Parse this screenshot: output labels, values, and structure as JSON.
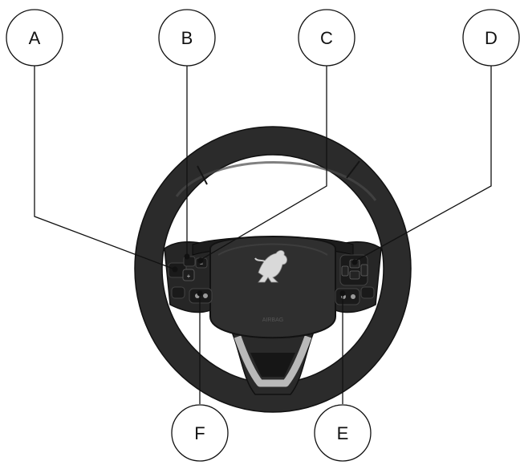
{
  "diagram": {
    "callouts": [
      {
        "id": "A",
        "label": "A"
      },
      {
        "id": "B",
        "label": "B"
      },
      {
        "id": "C",
        "label": "C"
      },
      {
        "id": "D",
        "label": "D"
      },
      {
        "id": "E",
        "label": "E"
      },
      {
        "id": "F",
        "label": "F"
      }
    ],
    "colors": {
      "wheel_rim": "#2b2b2b",
      "wheel_dark": "#1c1c1c",
      "spoke_trim": "#b9b9b9",
      "line": "#111111"
    },
    "icons": [
      "steering-wheel-icon",
      "bronco-horse-logo-icon"
    ]
  }
}
